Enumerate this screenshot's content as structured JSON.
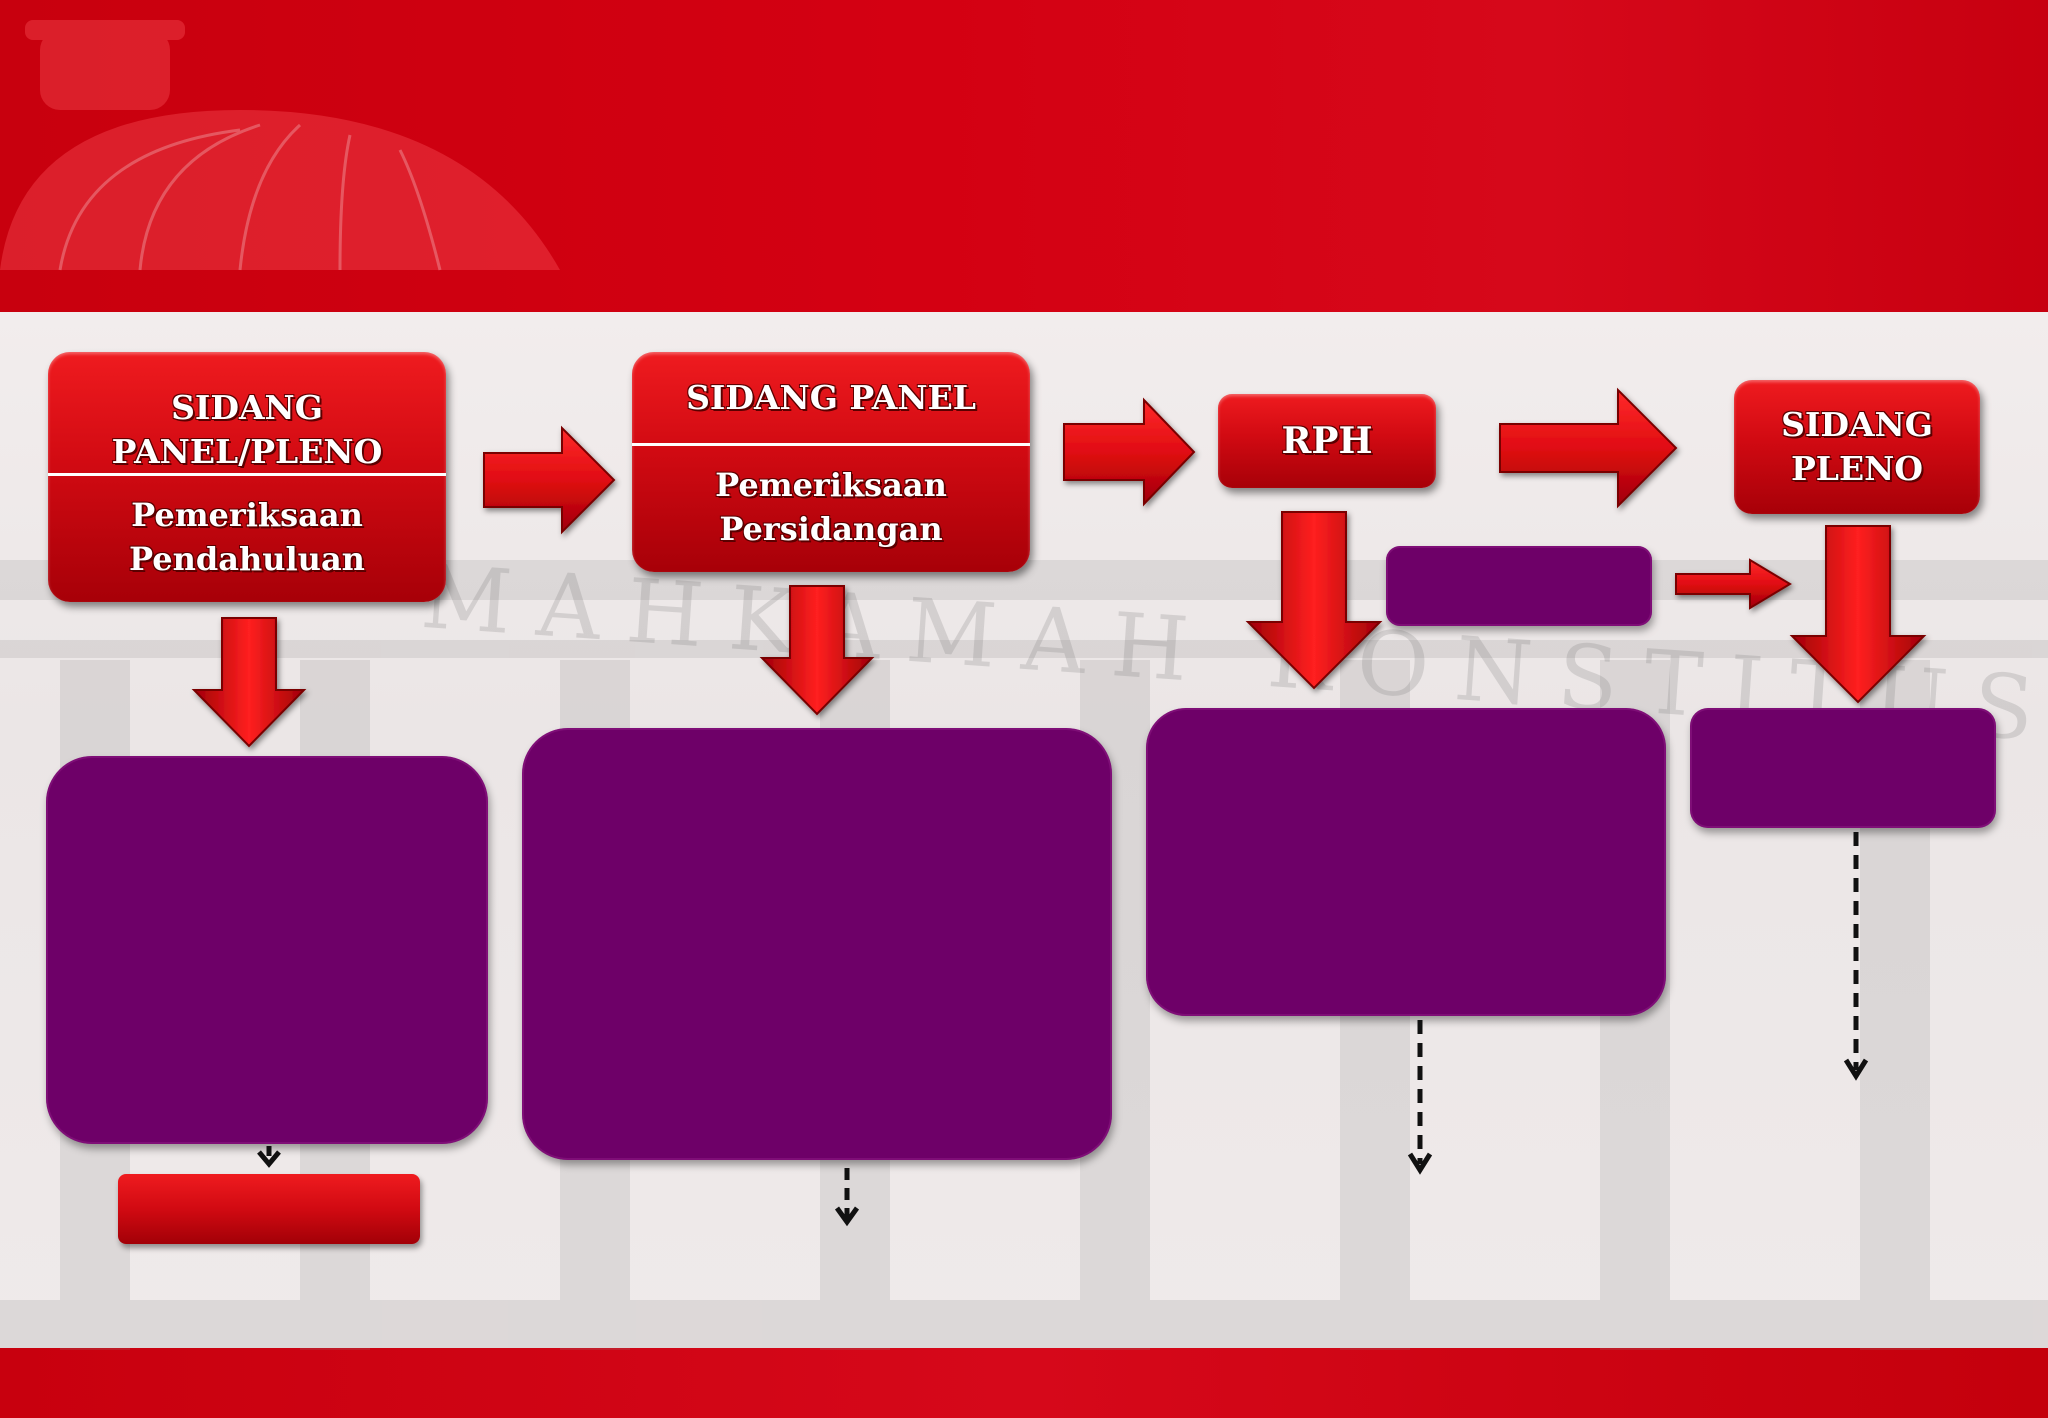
{
  "colors": {
    "red": "#d10a12",
    "purple": "#6e0068",
    "background": "#f6f3f3"
  },
  "stages": [
    {
      "title": "SIDANG PANEL/PLENO",
      "title_lines": [
        "SIDANG",
        "PANEL/PLENO"
      ],
      "subtitle_lines": [
        "Pemeriksaan",
        "Pendahuluan"
      ]
    },
    {
      "title": "SIDANG PANEL",
      "title_lines": [
        "SIDANG PANEL"
      ],
      "subtitle_lines": [
        "Pemeriksaan",
        "Persidangan"
      ]
    },
    {
      "title": "RPH",
      "title_lines": [
        "RPH"
      ]
    },
    {
      "title": "SIDANG PLENO",
      "title_lines": [
        "SIDANG",
        "PLENO"
      ]
    }
  ],
  "background_watermark": "MAHKAMAH KONSTITUSI"
}
